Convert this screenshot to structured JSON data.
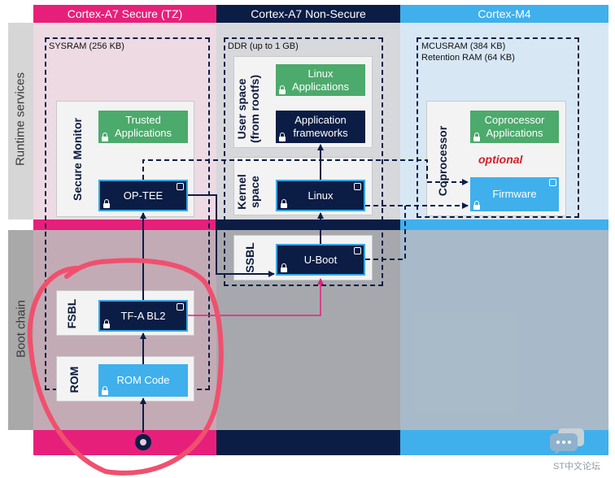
{
  "columns": {
    "secure": "Cortex-A7 Secure (TZ)",
    "nonsecure": "Cortex-A7 Non-Secure",
    "m4": "Cortex-M4"
  },
  "sections": {
    "runtime": "Runtime services",
    "boot": "Boot chain"
  },
  "memories": {
    "sysram": "SYSRAM (256 KB)",
    "ddr": "DDR (up to 1 GB)",
    "mcusram": "MCUSRAM (384 KB)",
    "retention": "Retention RAM (64 KB)"
  },
  "groups": {
    "secure_monitor": "Secure Monitor",
    "user_space_1": "User space",
    "user_space_2": "(from rootfs)",
    "kernel_1": "Kernel",
    "kernel_2": "space",
    "ssbl": "SSBL",
    "fsbl": "FSBL",
    "rom": "ROM",
    "coprocessor": "Coprocessor"
  },
  "components": {
    "trusted_1": "Trusted",
    "trusted_2": "Applications",
    "optee": "OP-TEE",
    "linux_apps_1": "Linux",
    "linux_apps_2": "Applications",
    "app_fw_1": "Application",
    "app_fw_2": "frameworks",
    "linux": "Linux",
    "uboot": "U-Boot",
    "tfa": "TF-A BL2",
    "romcode": "ROM Code",
    "copro_apps_1": "Coprocessor",
    "copro_apps_2": "Applications",
    "optional": "optional",
    "firmware": "Firmware"
  },
  "watermark": "ST中文论坛",
  "colors": {
    "secure_accent": "#e6207a",
    "nonsecure_accent": "#0b1d45",
    "m4_accent": "#3fb0ec",
    "highlight_circle": "#f0506e",
    "optional_text": "#d21f26"
  }
}
